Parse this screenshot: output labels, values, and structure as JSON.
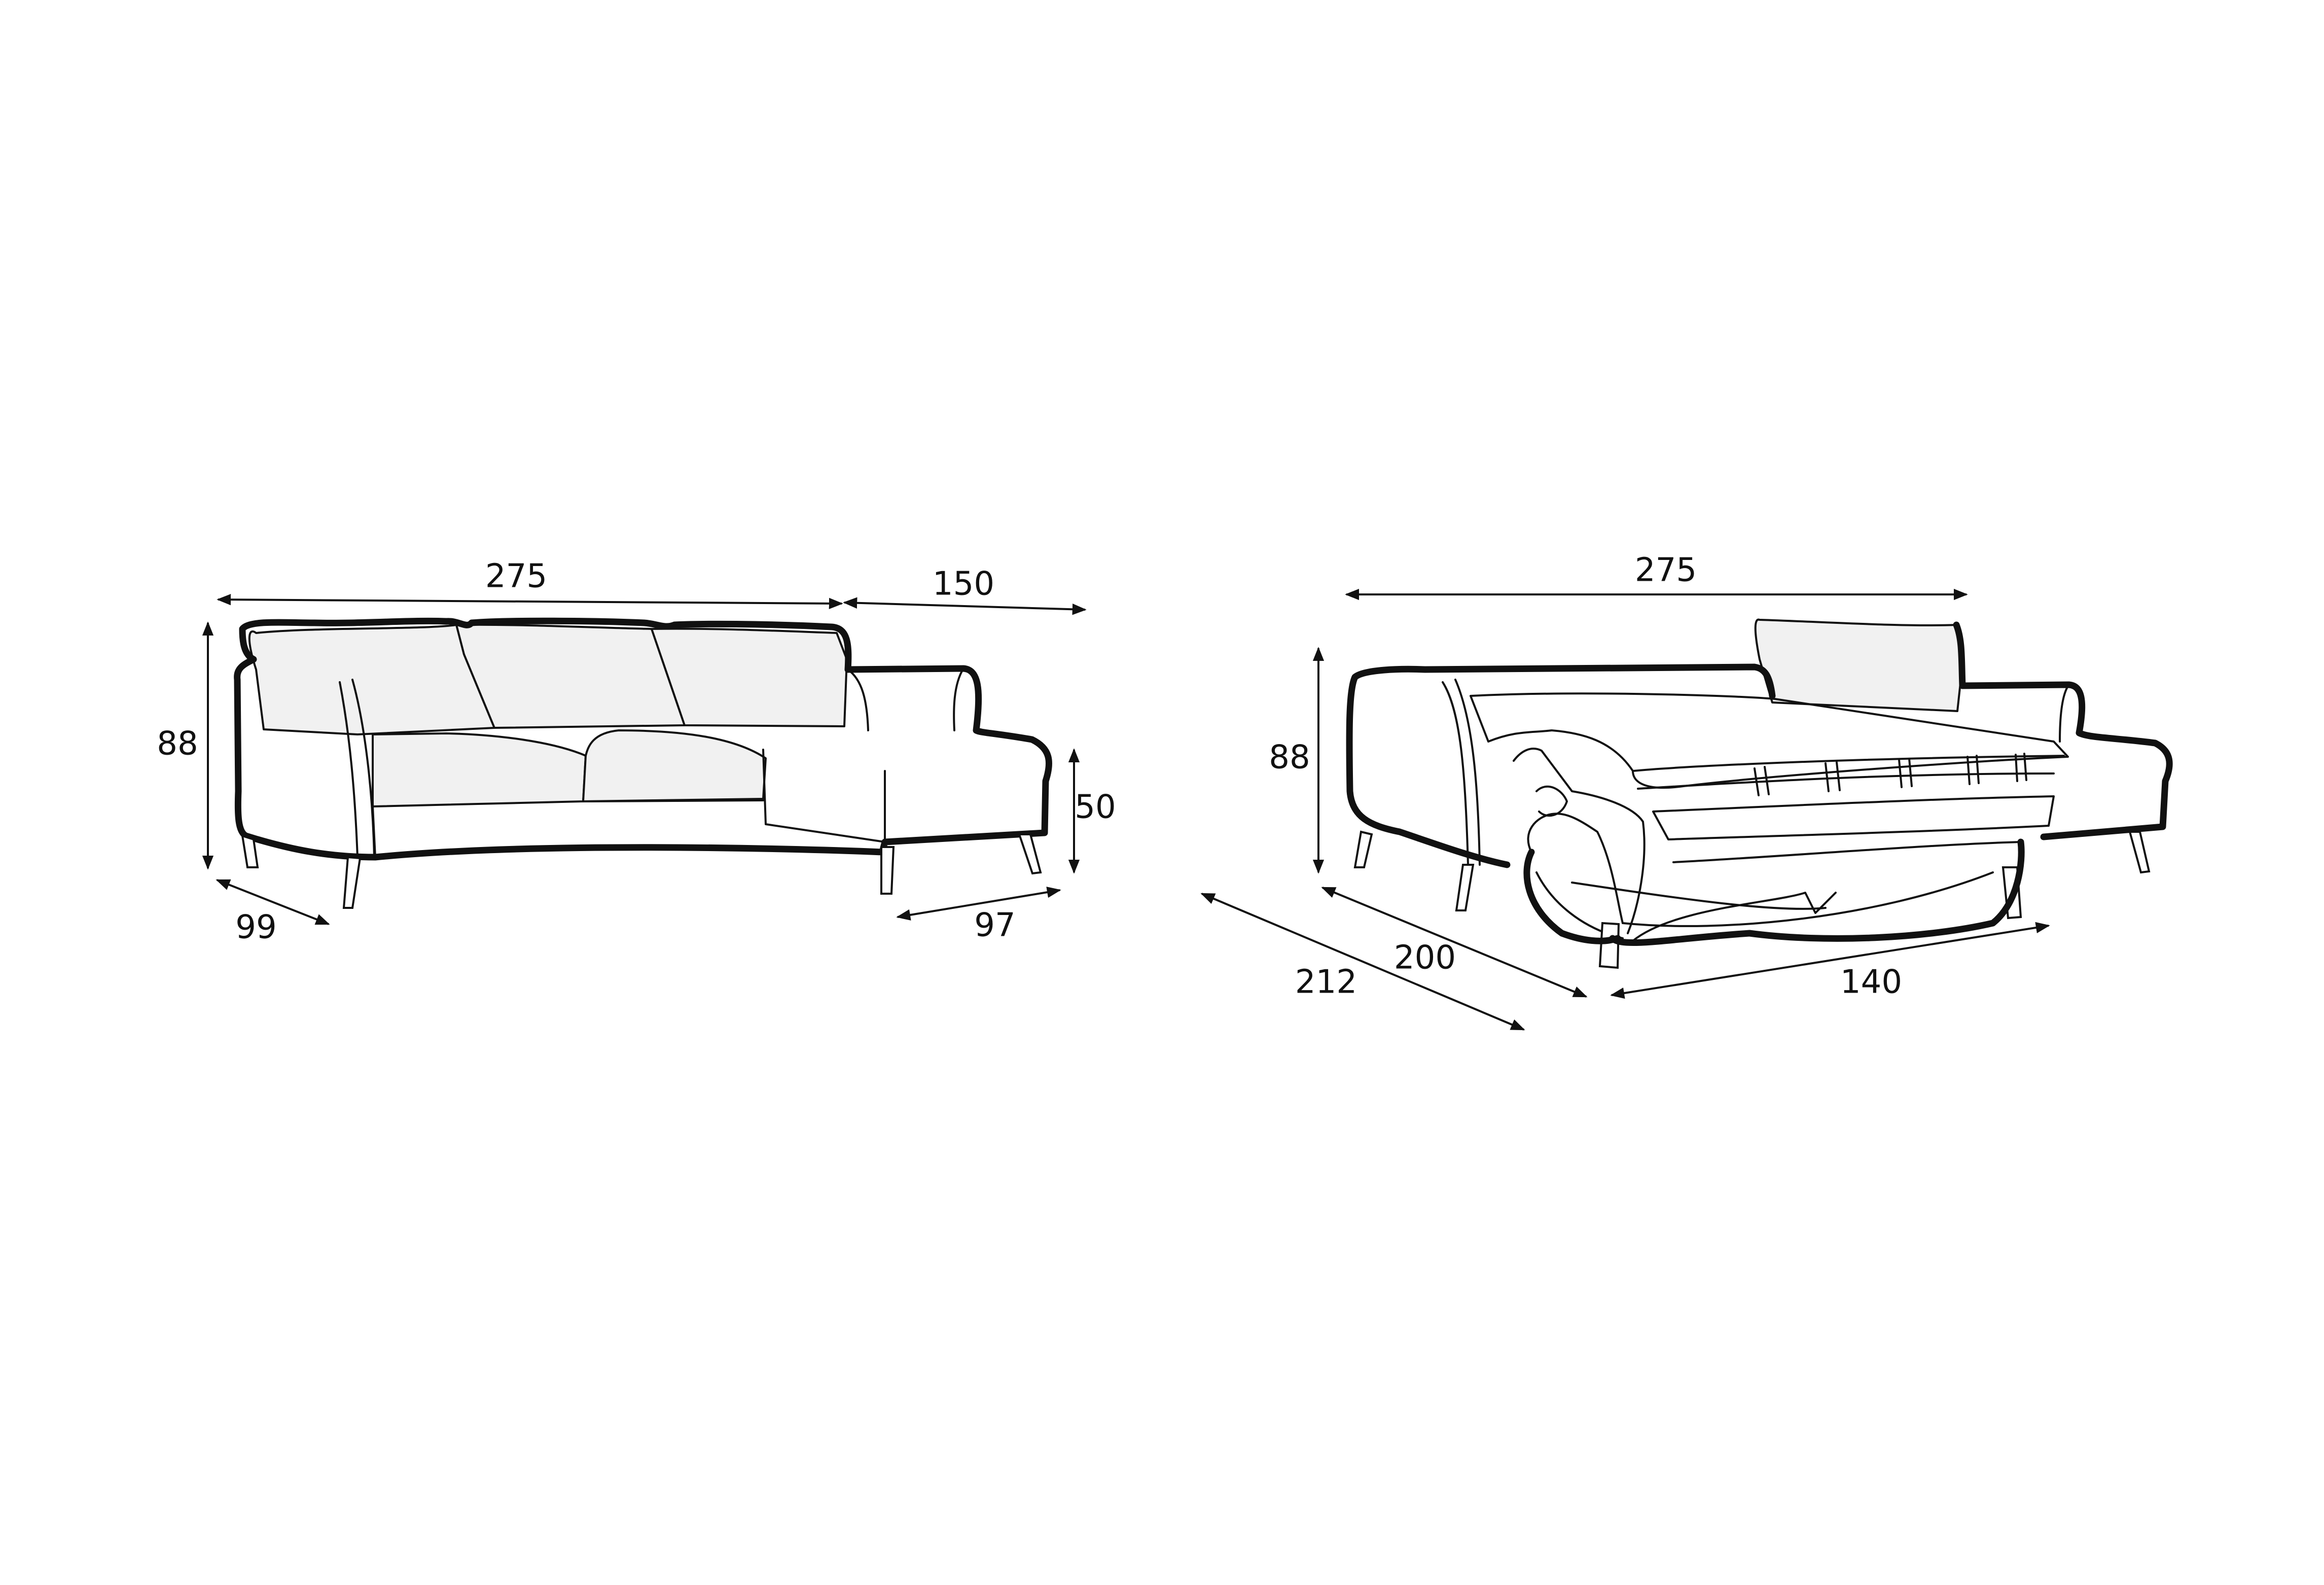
{
  "figures": [
    {
      "id": "sofa-closed",
      "dimensions": {
        "width_main": "275",
        "width_chaise": "150",
        "height": "88",
        "seat_height": "50",
        "depth": "99",
        "chaise_depth": "97"
      }
    },
    {
      "id": "sofa-bed-open",
      "dimensions": {
        "width": "275",
        "height": "88",
        "bed_length": "200",
        "total_depth": "212",
        "bed_width": "140"
      }
    }
  ]
}
